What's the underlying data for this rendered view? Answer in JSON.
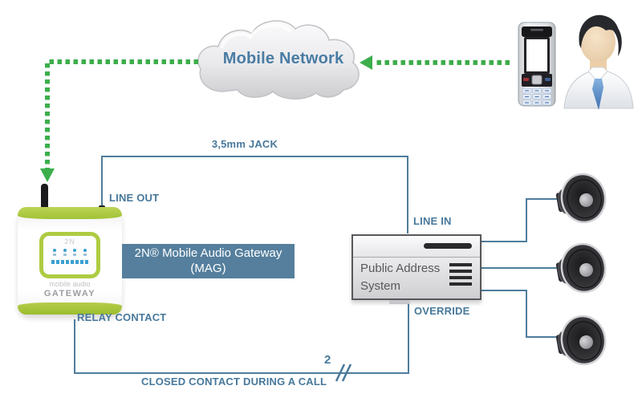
{
  "colors": {
    "arrow_green": "#3cae4b",
    "wire_blue": "#4f7d9c",
    "label_blue": "#47789b",
    "banner_bg": "#557f9d",
    "device_green": "#aecb42",
    "led_blue": "#3b9fd0"
  },
  "cloud": {
    "label": "Mobile Network"
  },
  "connections": {
    "jack_label": "3,5mm JACK",
    "line_out_label": "LINE OUT",
    "line_in_label": "LINE IN",
    "override_label": "OVERRIDE",
    "relay_label": "RELAY CONTACT",
    "closed_contact_label": "CLOSED CONTACT DURING A CALL",
    "wire_count": "2"
  },
  "gateway": {
    "banner_line1": "2N® Mobile Audio Gateway",
    "banner_line2": "(MAG)",
    "device_logo": "2N",
    "brand_line1": "mobile audio",
    "brand_line2": "GATEWAY"
  },
  "pa_system": {
    "label_line1": "Public Address",
    "label_line2": "System"
  }
}
